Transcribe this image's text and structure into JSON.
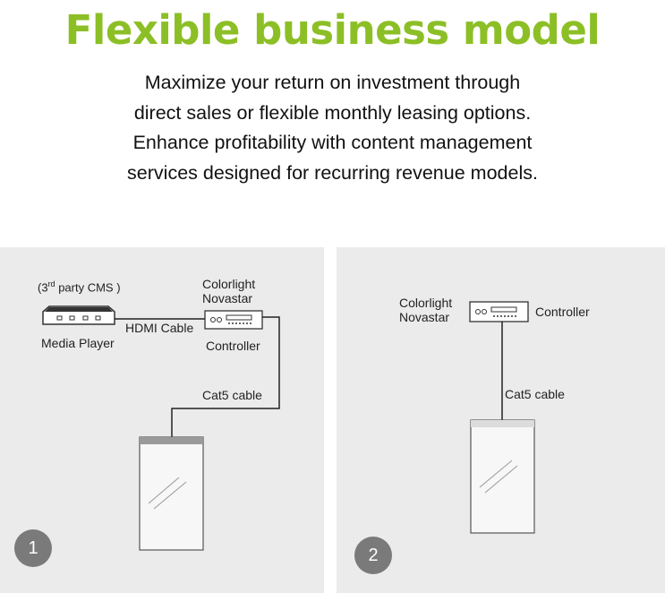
{
  "title": "Flexible business model",
  "subtitle": [
    "Maximize your return on investment through",
    "direct sales or flexible monthly leasing options.",
    "Enhance profitability with content management",
    "services designed for recurring revenue models."
  ],
  "colors": {
    "title": "#8cbf26",
    "panel": "#ebebeb",
    "badge": "#7a7a7a"
  },
  "diagram1": {
    "cms_prefix": "(3",
    "cms_sup": "rd",
    "cms_suffix": " party CMS )",
    "media_player": "Media Player",
    "hdmi_cable": "HDMI Cable",
    "controller_brand_1": "Colorlight",
    "controller_brand_2": "Novastar",
    "controller": "Controller",
    "cable": "Cat5 cable",
    "badge": "1"
  },
  "diagram2": {
    "controller_brand_1": "Colorlight",
    "controller_brand_2": "Novastar",
    "controller": "Controller",
    "cable": "Cat5 cable",
    "badge": "2"
  }
}
